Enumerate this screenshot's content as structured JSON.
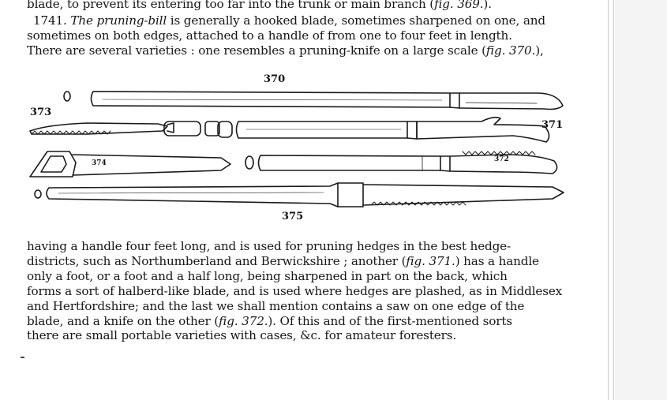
{
  "text": {
    "top_lines": [
      [
        "blade, to prevent its entering too far into the trunk or main branch (",
        "fig. 369.",
        ")."
      ],
      [
        "1741. ",
        "The pruning-bill",
        " is generally a hooked blade, sometimes sharpened on one, and"
      ],
      [
        "sometimes on both edges, attached to a handle of from one to four feet in length."
      ],
      [
        "There are several varieties : one resembles a pruning-knife on a large scale (",
        "fig. 370.",
        "),"
      ]
    ],
    "bottom_lines": [
      [
        "having a handle four feet long, and is used for pruning hedges in the best hedge-"
      ],
      [
        "districts, such as Northumberland and Berwickshire ; another (",
        "fig. 371.",
        ") has a handle"
      ],
      [
        "only a foot, or a foot and a half long, being sharpened in part on the back, which"
      ],
      [
        "forms a sort of halberd-like blade, and is used where hedges are plashed, as in Middlesex"
      ],
      [
        "and Hertfordshire; and the last we shall mention contains a saw on one edge of the"
      ],
      [
        "blade, and a knife on the other (",
        "fig. 372.",
        ").   Of this and of the first-mentioned sorts"
      ],
      [
        "there are small portable varieties with cases, &c. for amateur foresters."
      ]
    ]
  },
  "figure": {
    "labels": {
      "fig370": "370",
      "fig371": "371",
      "fig372": "372",
      "fig373": "373",
      "fig374": "374",
      "fig375": "375"
    }
  },
  "colors": {
    "ink": "#161616",
    "paper": "#ffffff",
    "gutter": "#f4f4f4"
  }
}
